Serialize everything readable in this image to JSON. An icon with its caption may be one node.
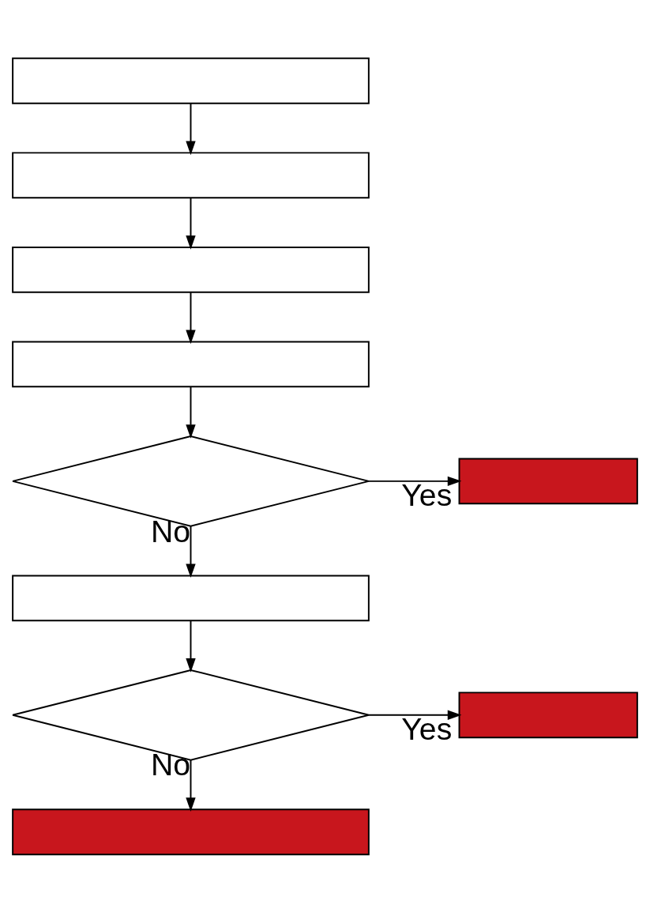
{
  "diagram": {
    "nodes": [
      {
        "text": [],
        "shape": "box"
      },
      {
        "text": [],
        "shape": "box"
      },
      {
        "text": [],
        "shape": "box"
      },
      {
        "text": [],
        "shape": "box"
      },
      {
        "text": [],
        "shape": "diamond"
      },
      {
        "text": [],
        "shape": "box"
      },
      {
        "text": [],
        "shape": "box"
      },
      {
        "text": [],
        "shape": "diamond"
      },
      {
        "text": [],
        "shape": "box"
      },
      {
        "text": [],
        "shape": "box"
      }
    ],
    "edges": [
      {
        "from": 0,
        "to": 1,
        "arrow": "to"
      },
      {
        "from": 1,
        "to": 2,
        "arrow": "to"
      },
      {
        "from": 2,
        "to": 3,
        "arrow": "to"
      },
      {
        "from": 3,
        "to": 4,
        "arrow": "to"
      },
      {
        "from": 4,
        "to": 5,
        "arrow": "to",
        "label": "Yes"
      },
      {
        "from": 4,
        "to": 6,
        "arrow": "to",
        "label": "No"
      },
      {
        "from": 6,
        "to": 7,
        "arrow": "to"
      },
      {
        "from": 7,
        "to": 8,
        "arrow": "to",
        "label": "Yes"
      },
      {
        "from": 7,
        "to": 9,
        "arrow": "to",
        "label": "No"
      }
    ]
  }
}
